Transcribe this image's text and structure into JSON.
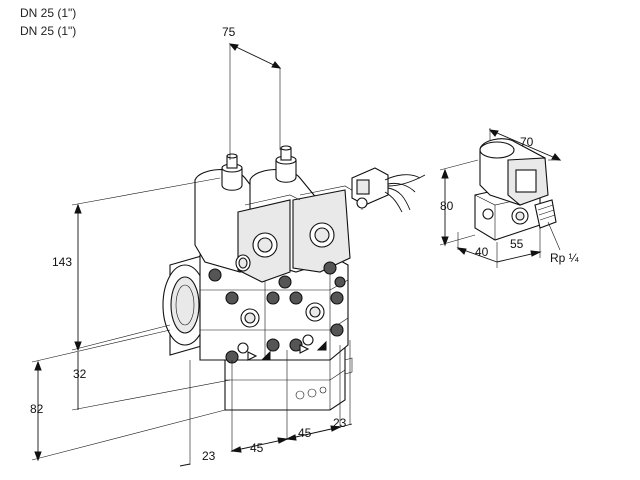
{
  "header": {
    "line1": "DN 25 (1\")",
    "line2": "DN 25 (1\")"
  },
  "dimensions": {
    "width_top": "75",
    "height_main": "143",
    "axis_height": "32",
    "base_height": "82",
    "offset_left": "23",
    "spacing_1": "45",
    "spacing_2": "45",
    "offset_right": "23"
  },
  "side_view": {
    "width": "70",
    "height": "80",
    "depth_a": "40",
    "depth_b": "55",
    "port_label": "Rp ¼"
  },
  "colors": {
    "line": "#111111",
    "shade": "#e9e9e9",
    "dark": "#555555"
  }
}
